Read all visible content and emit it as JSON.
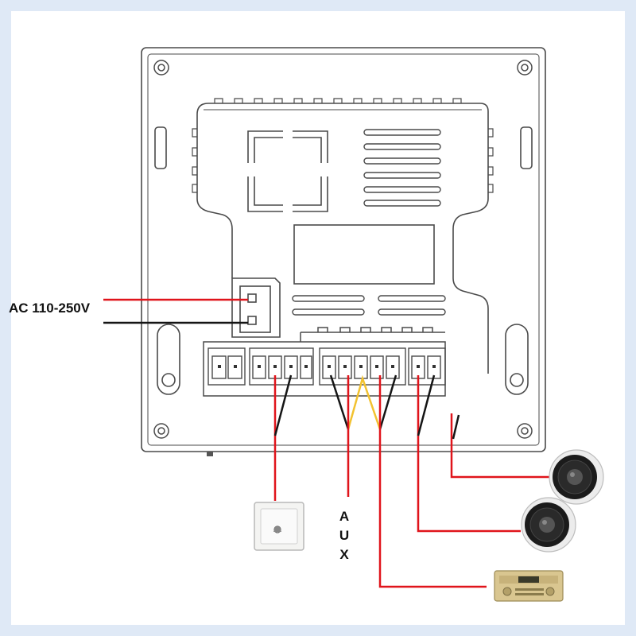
{
  "labels": {
    "power_input": "AC 110-250V",
    "aux_letters": [
      "A",
      "U",
      "X"
    ]
  },
  "colors": {
    "wire_red": "#e0141b",
    "wire_black": "#151515",
    "wire_yellow": "#f2c230",
    "outline": "#4a4a4a",
    "page_border": "#dfe9f6"
  },
  "devices": {
    "doorbell_switch": "doorbell-button-icon",
    "speaker_top": "ceiling-speaker-icon",
    "speaker_bottom": "ceiling-speaker-icon",
    "amplifier": "av-receiver-icon"
  }
}
